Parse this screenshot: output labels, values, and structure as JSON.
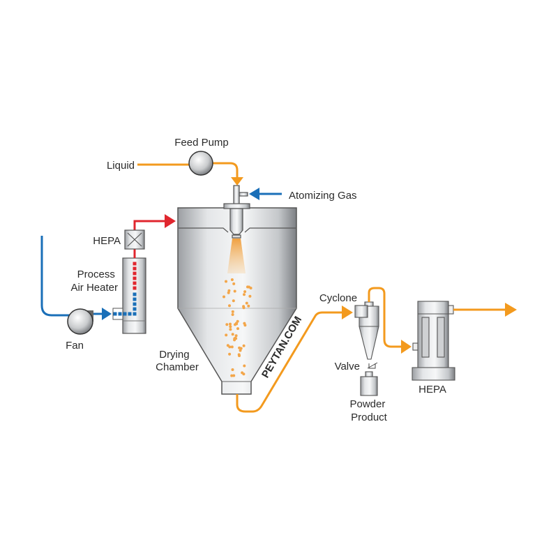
{
  "labels": {
    "feed_pump": "Feed Pump",
    "liquid": "Liquid",
    "atomizing_gas": "Atomizing Gas",
    "hepa_inlet": "HEPA",
    "process_air_heater_line1": "Process",
    "process_air_heater_line2": "Air Heater",
    "fan": "Fan",
    "drying_chamber_line1": "Drying",
    "drying_chamber_line2": "Chamber",
    "cyclone": "Cyclone",
    "valve": "Valve",
    "powder_product_line1": "Powder",
    "powder_product_line2": "Product",
    "hepa_outlet": "HEPA",
    "watermark": "PEYTAN.COM"
  },
  "colors": {
    "liquid_flow": "#f39a1e",
    "cold_air": "#1a6fb8",
    "hot_air": "#e0262e",
    "equipment": "#d4d6d8"
  }
}
